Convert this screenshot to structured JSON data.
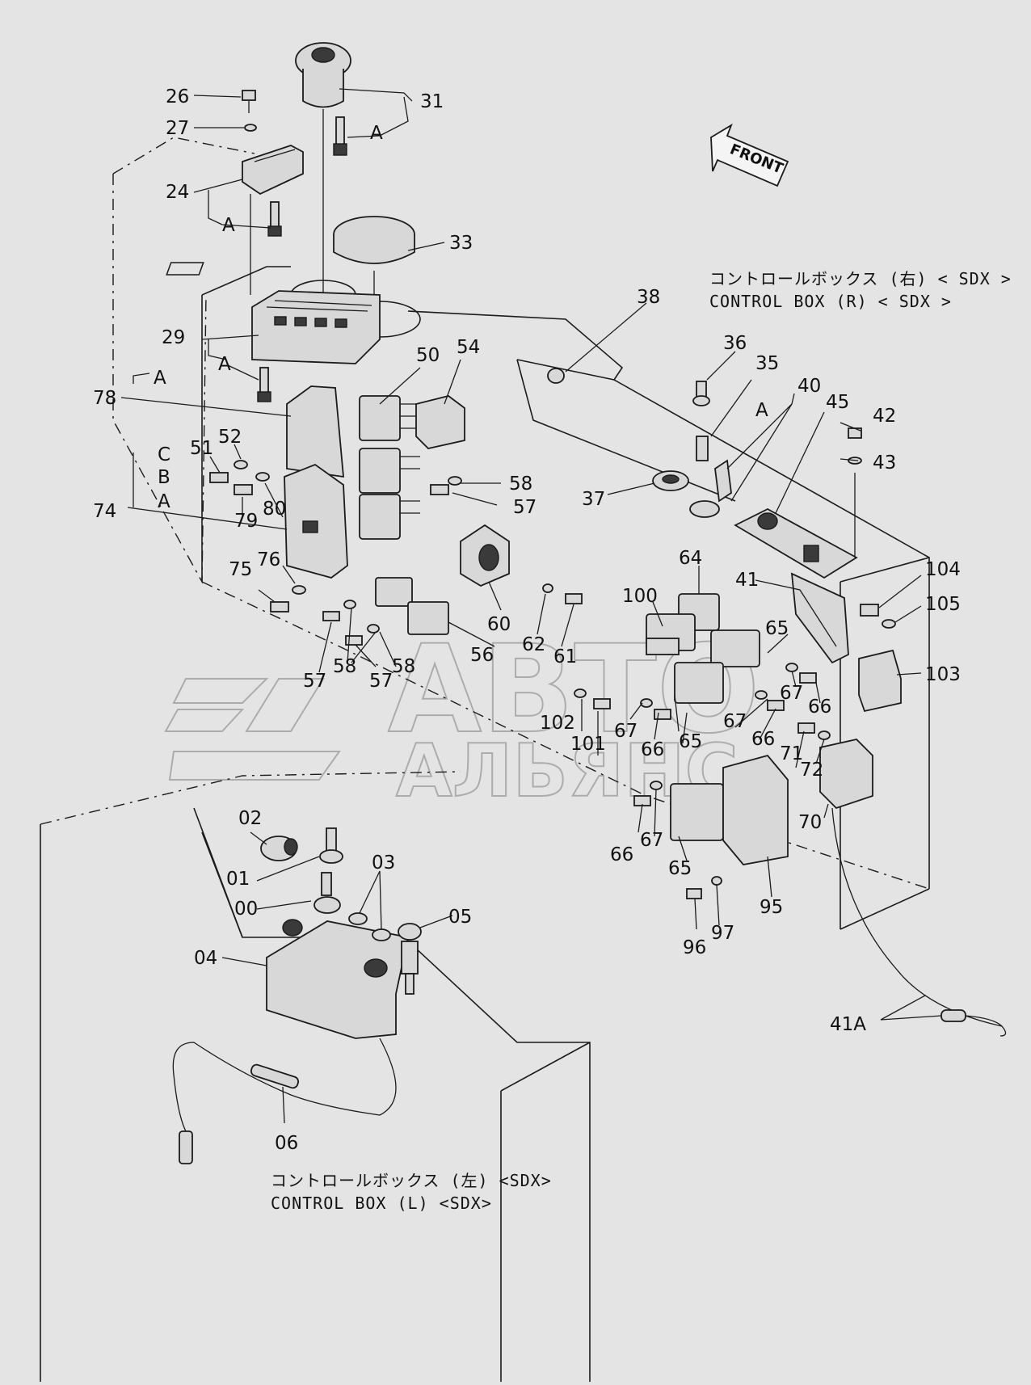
{
  "direction_arrow": {
    "label": "FRONT"
  },
  "captions": {
    "right_jp": "コントロールボックス (右) < SDX >",
    "right_en": "CONTROL  BOX (R) < SDX >",
    "left_jp": "コントロールボックス (左) <SDX>",
    "left_en": "CONTROL  BOX (L) <SDX>"
  },
  "watermark": {
    "line1": "АВТО",
    "line2": "АЛЬЯНС"
  },
  "callouts": [
    "26",
    "27",
    "24",
    "A",
    "31",
    "A",
    "33",
    "FRONT-arrow",
    "29",
    "A",
    "78",
    "A",
    "50",
    "54",
    "38",
    "C",
    "B",
    "A",
    "74",
    "51",
    "52",
    "79",
    "80",
    "58",
    "57",
    "75",
    "76",
    "57",
    "58",
    "57",
    "58",
    "56",
    "60",
    "62",
    "61",
    "36",
    "35",
    "40",
    "45",
    "42",
    "43",
    "A",
    "37",
    "64",
    "41",
    "100",
    "65",
    "104",
    "105",
    "103",
    "67",
    "66",
    "102",
    "101",
    "67",
    "66",
    "65",
    "67",
    "66",
    "71",
    "72",
    "70",
    "02",
    "01",
    "03",
    "00",
    "05",
    "04",
    "06",
    "66",
    "67",
    "65",
    "95",
    "96",
    "97",
    "41A"
  ]
}
